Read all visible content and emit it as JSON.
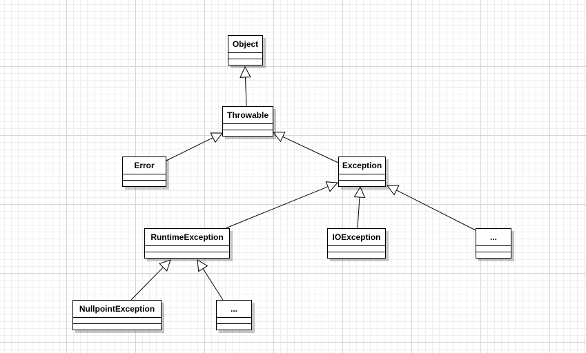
{
  "diagram": {
    "type": "uml-class-hierarchy",
    "relation": "generalization",
    "classes": [
      {
        "id": "object",
        "name": "Object"
      },
      {
        "id": "throwable",
        "name": "Throwable"
      },
      {
        "id": "error",
        "name": "Error"
      },
      {
        "id": "exception",
        "name": "Exception"
      },
      {
        "id": "runtime-exception",
        "name": "RuntimeException"
      },
      {
        "id": "io-exception",
        "name": "IOException"
      },
      {
        "id": "exception-more",
        "name": "..."
      },
      {
        "id": "nullpoint-exception",
        "name": "NullpointException"
      },
      {
        "id": "runtime-more",
        "name": "..."
      }
    ],
    "edges": [
      {
        "from": "throwable",
        "to": "object"
      },
      {
        "from": "error",
        "to": "throwable"
      },
      {
        "from": "exception",
        "to": "throwable"
      },
      {
        "from": "runtime-exception",
        "to": "exception"
      },
      {
        "from": "io-exception",
        "to": "exception"
      },
      {
        "from": "exception-more",
        "to": "exception"
      },
      {
        "from": "nullpoint-exception",
        "to": "runtime-exception"
      },
      {
        "from": "runtime-more",
        "to": "runtime-exception"
      }
    ]
  },
  "colors": {
    "line": "#000000",
    "box_fill": "#ffffff",
    "grid": "#d6d6d6"
  }
}
